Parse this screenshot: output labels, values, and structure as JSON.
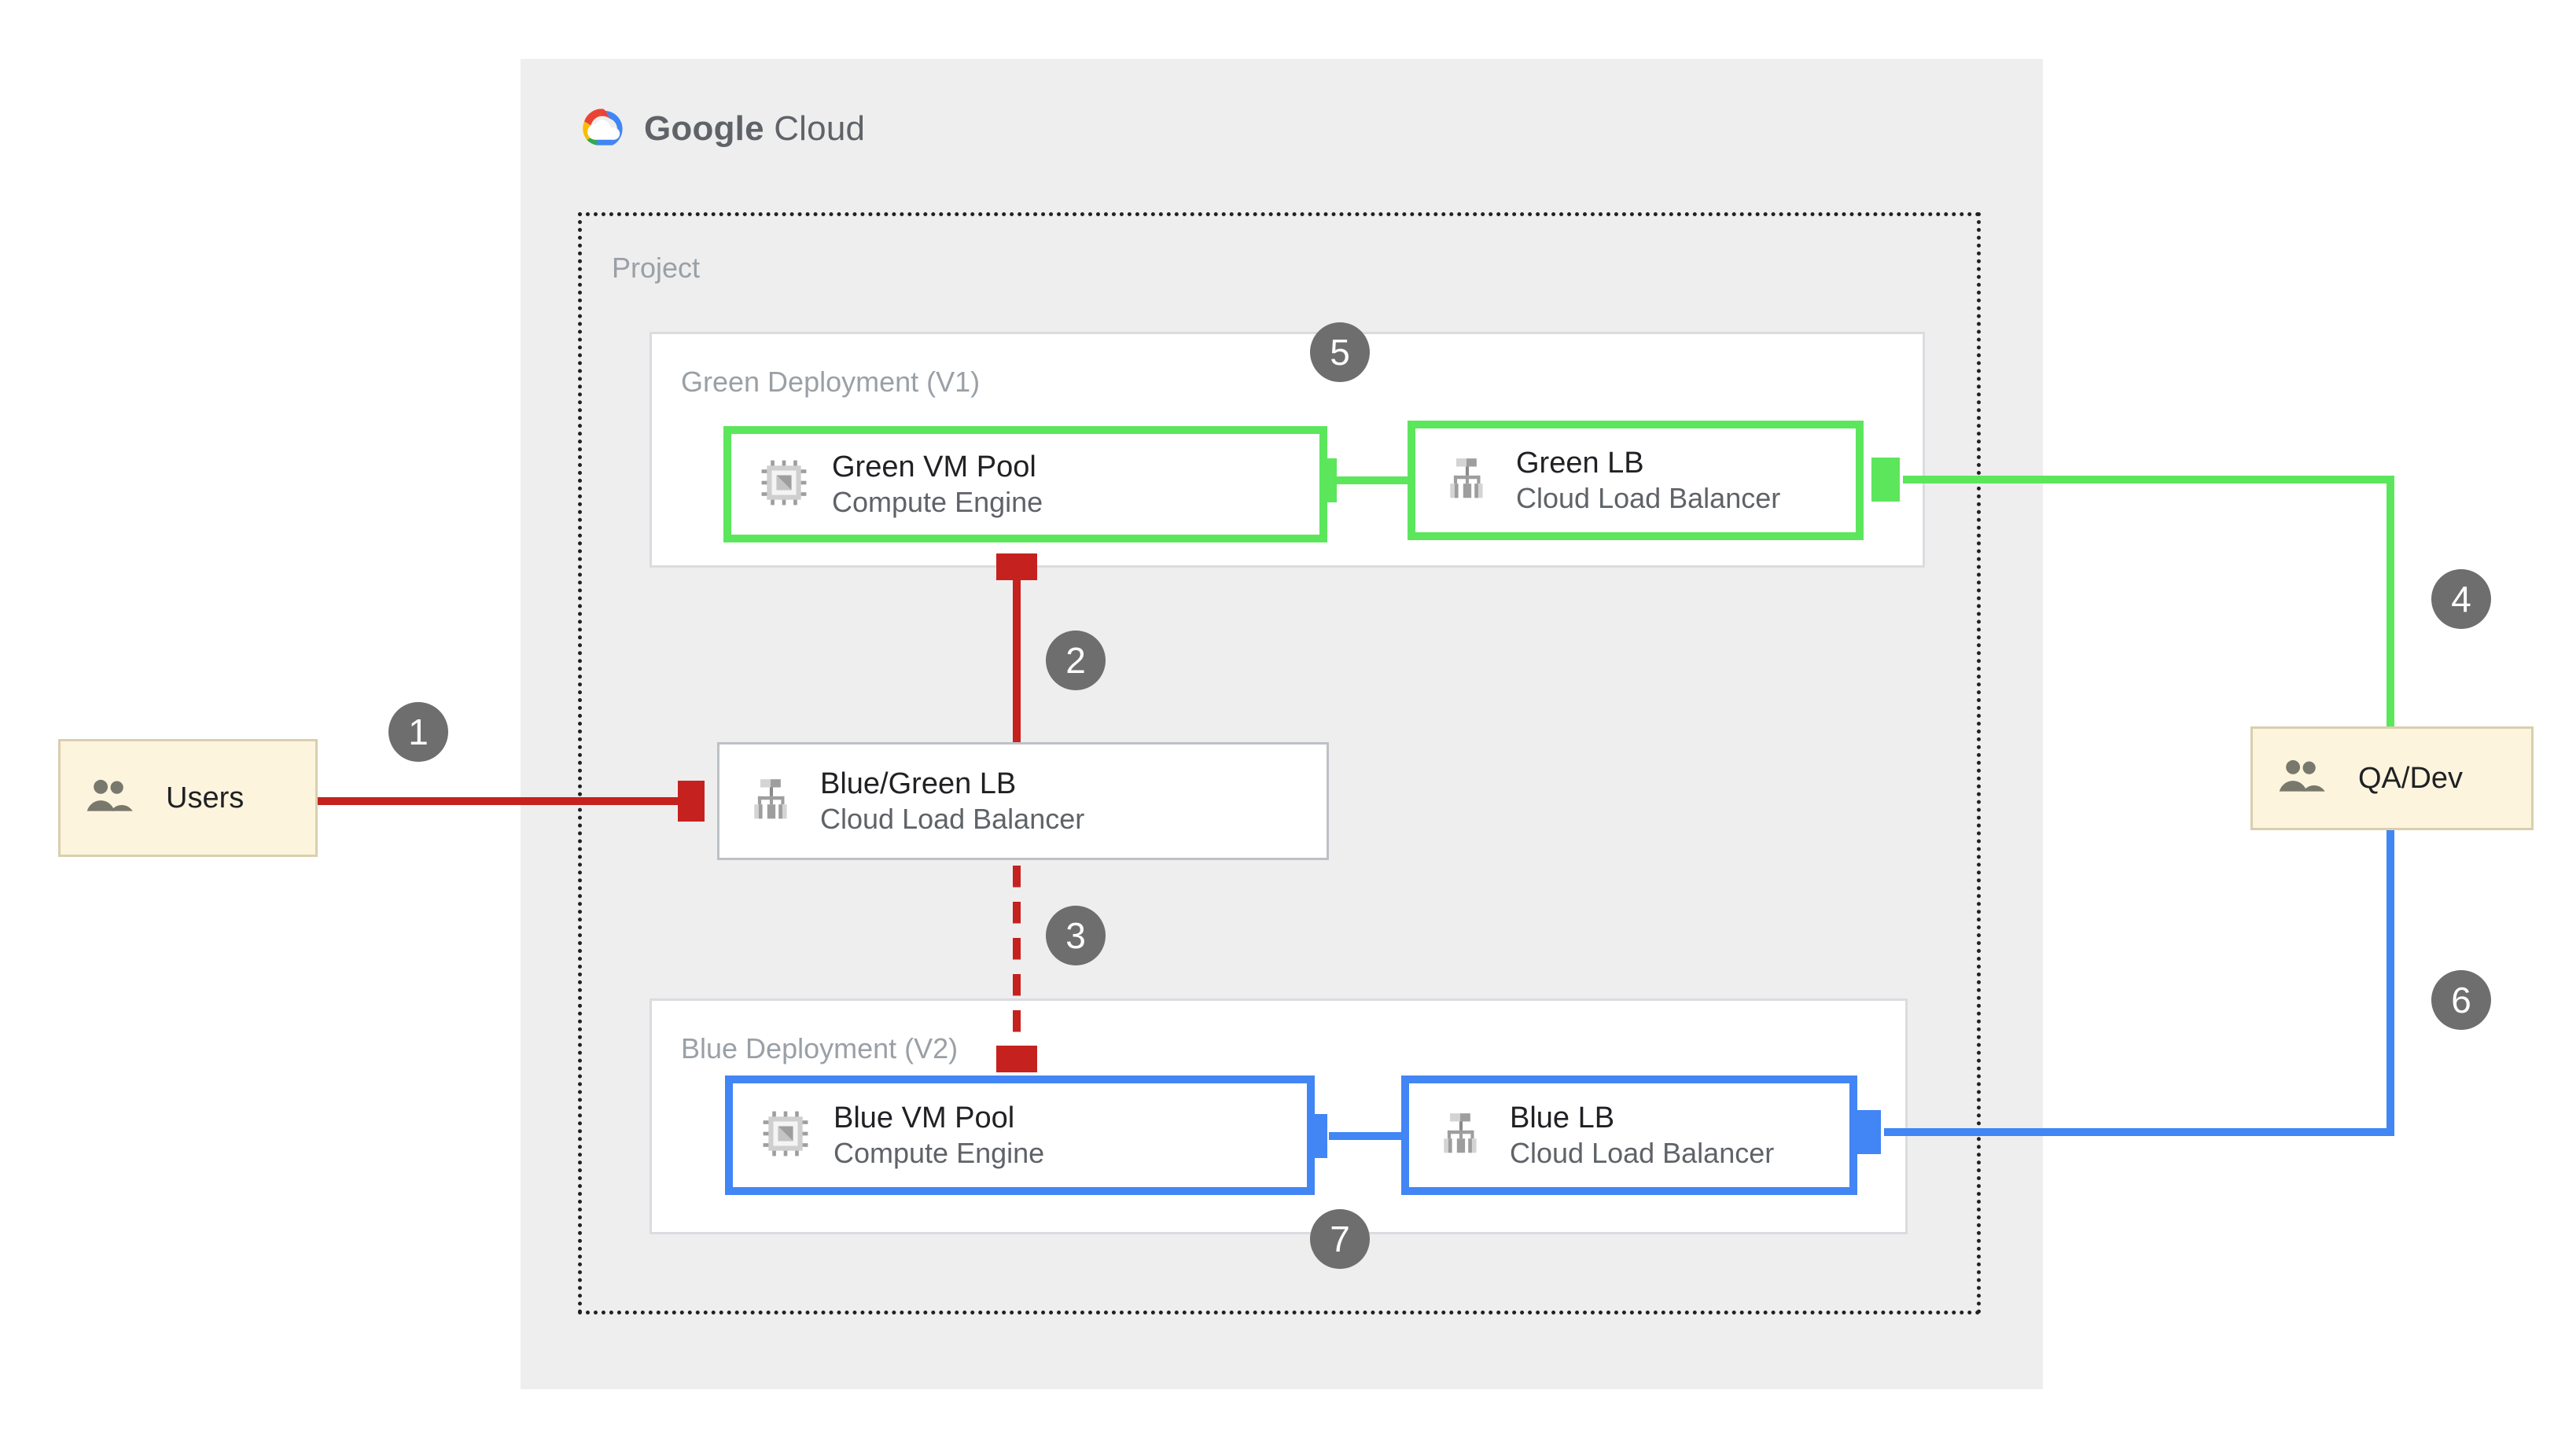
{
  "brand": {
    "word1": "Google",
    "word2": "Cloud",
    "logo_icon": "google-cloud-logo"
  },
  "project": {
    "label": "Project"
  },
  "deployments": [
    {
      "id": "green",
      "label": "Green Deployment (V1)",
      "color": "#5ce65c"
    },
    {
      "id": "blue",
      "label": "Blue Deployment (V2)",
      "color": "#4285f4"
    }
  ],
  "nodes": [
    {
      "id": "green-vm",
      "title": "Green VM Pool",
      "subtitle": "Compute Engine",
      "icon": "compute-engine-icon",
      "border": "#5ce65c"
    },
    {
      "id": "green-lb",
      "title": "Green LB",
      "subtitle": "Cloud Load Balancer",
      "icon": "cloud-load-balancer-icon",
      "border": "#5ce65c"
    },
    {
      "id": "bg-lb",
      "title": "Blue/Green LB",
      "subtitle": "Cloud Load Balancer",
      "icon": "cloud-load-balancer-icon",
      "border": "#bdc1c6"
    },
    {
      "id": "blue-vm",
      "title": "Blue VM Pool",
      "subtitle": "Compute Engine",
      "icon": "compute-engine-icon",
      "border": "#4285f4"
    },
    {
      "id": "blue-lb",
      "title": "Blue LB",
      "subtitle": "Cloud Load Balancer",
      "icon": "cloud-load-balancer-icon",
      "border": "#4285f4"
    }
  ],
  "actors": [
    {
      "id": "users",
      "label": "Users",
      "icon": "users-icon"
    },
    {
      "id": "qa-dev",
      "label": "QA/Dev",
      "icon": "users-icon"
    }
  ],
  "steps": [
    {
      "n": "1",
      "flow": "Users to Blue/Green LB",
      "color": "#c5221f"
    },
    {
      "n": "2",
      "flow": "Blue/Green LB to Green VM Pool",
      "color": "#c5221f"
    },
    {
      "n": "3",
      "flow": "Blue/Green LB to Blue VM Pool (dashed)",
      "color": "#c5221f"
    },
    {
      "n": "4",
      "flow": "QA/Dev to Green LB",
      "color": "#5ce65c"
    },
    {
      "n": "5",
      "flow": "Green LB to Green VM Pool",
      "color": "#5ce65c"
    },
    {
      "n": "6",
      "flow": "QA/Dev to Blue LB",
      "color": "#4285f4"
    },
    {
      "n": "7",
      "flow": "Blue LB to Blue VM Pool",
      "color": "#4285f4"
    }
  ],
  "colors": {
    "panel_bg": "#eeeeee",
    "green": "#5ce65c",
    "blue": "#4285f4",
    "red": "#c5221f",
    "badge": "#6e6e6e",
    "actor_bg": "#fdf4dd",
    "muted_text": "#9aa0a6"
  }
}
